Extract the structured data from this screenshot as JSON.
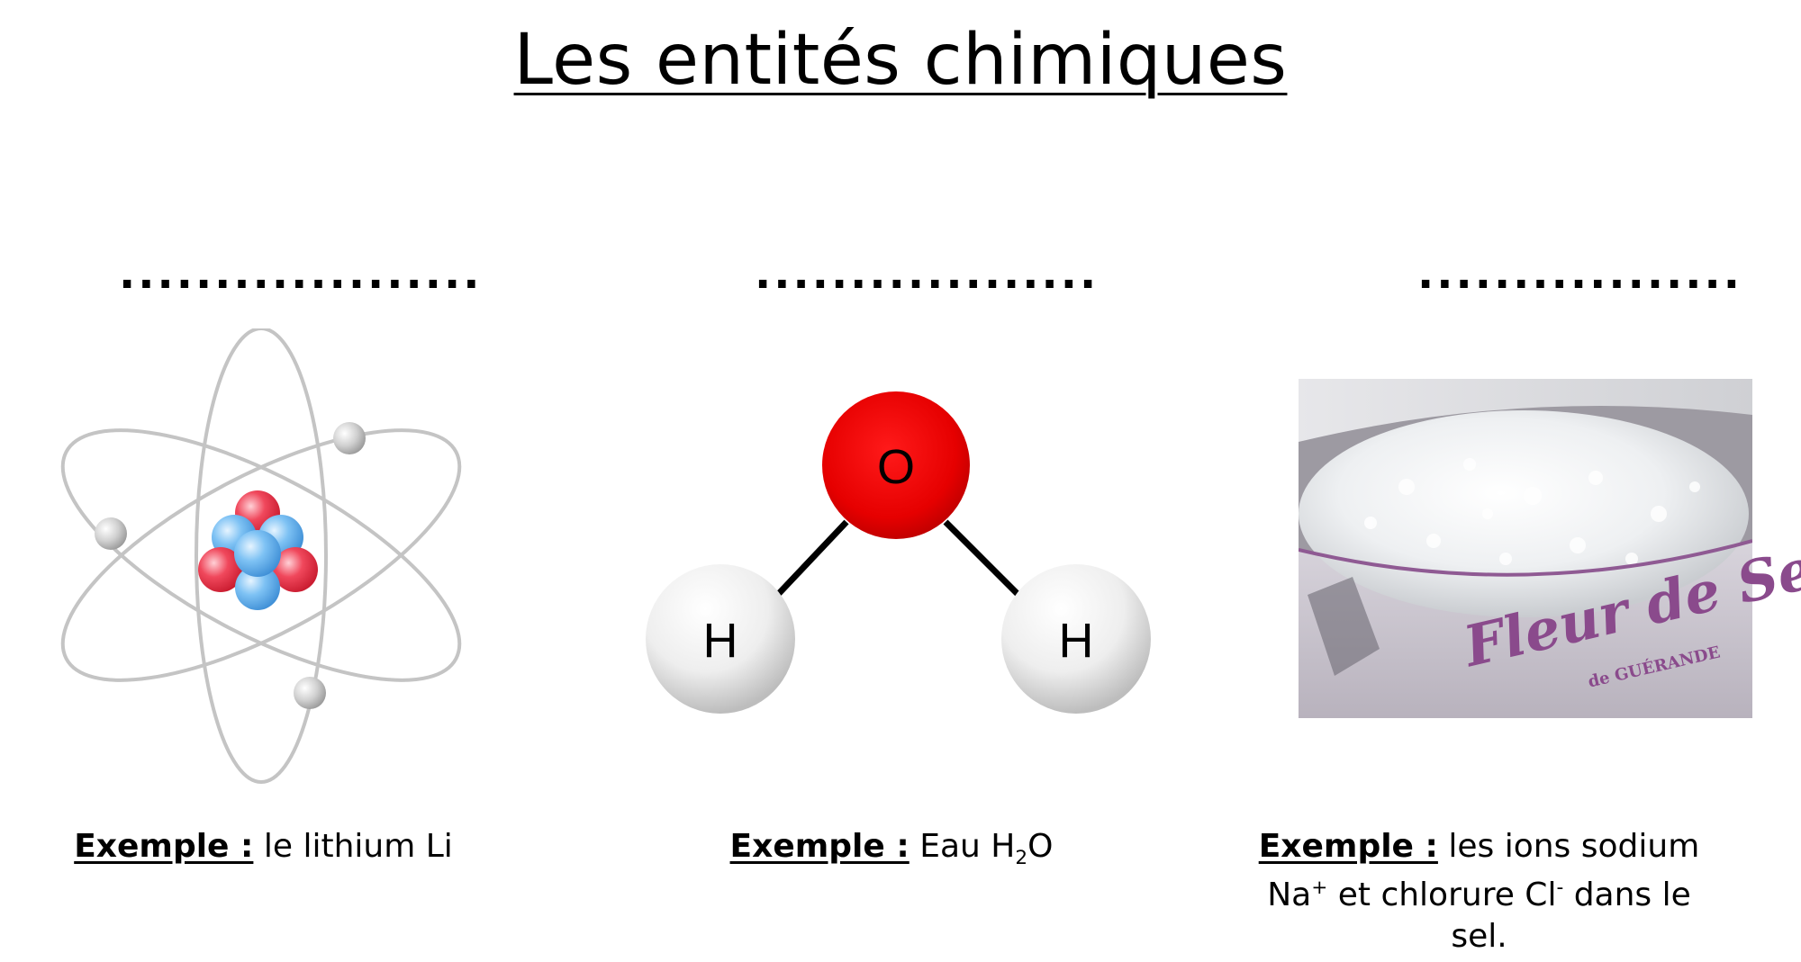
{
  "title": "Les entités chimiques",
  "columns": [
    {
      "blank": "...................",
      "label": "Exemple :",
      "text": "le lithium Li"
    },
    {
      "blank": "..................",
      "label": "Exemple :",
      "text_pre": "Eau H",
      "text_sub": "2",
      "text_post": "O",
      "atoms": {
        "oxygen": "O",
        "hydrogen_left": "H",
        "hydrogen_right": "H"
      }
    },
    {
      "blank": ".................",
      "label": "Exemple :",
      "text_1": "les ions sodium Na",
      "sup_1": "+",
      "text_2": " et chlorure Cl",
      "sup_2": "-",
      "text_3": " dans le sel.",
      "photo_brand": "Fleur de Sel",
      "photo_brand_sub": "de GUÉRANDE"
    }
  ]
}
